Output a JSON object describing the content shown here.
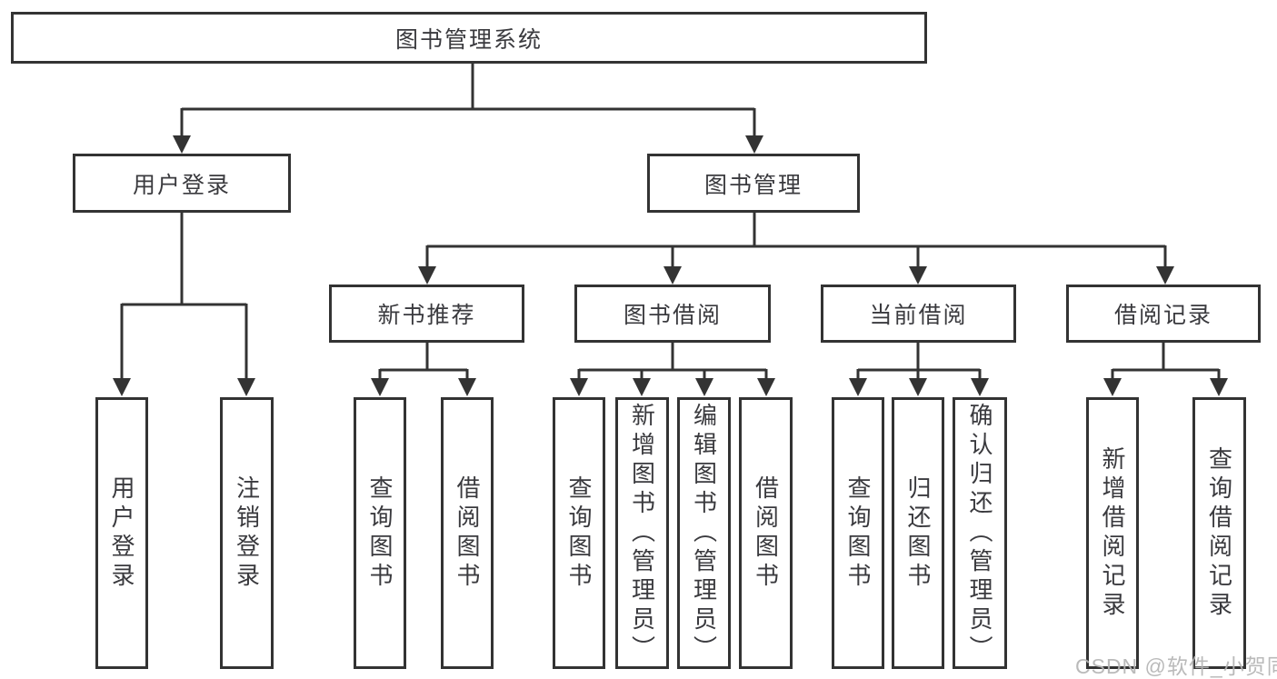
{
  "colors": {
    "line": "#333333",
    "node_border": "#333333",
    "node_text": "#3a3a3e",
    "background": "#ffffff",
    "watermark": "#b5b5b5"
  },
  "tree": {
    "label": "图书管理系统",
    "children": [
      {
        "label": "用户登录",
        "children": [
          {
            "label": "用户登录"
          },
          {
            "label": "注销登录"
          }
        ]
      },
      {
        "label": "图书管理",
        "children": [
          {
            "label": "新书推荐",
            "children": [
              {
                "label": "查询图书"
              },
              {
                "label": "借阅图书"
              }
            ]
          },
          {
            "label": "图书借阅",
            "children": [
              {
                "label": "查询图书"
              },
              {
                "label": "新增图书（管理员）"
              },
              {
                "label": "编辑图书（管理员）"
              },
              {
                "label": "借阅图书"
              }
            ]
          },
          {
            "label": "当前借阅",
            "children": [
              {
                "label": "查询图书"
              },
              {
                "label": "归还图书"
              },
              {
                "label": "确认归还（管理员）"
              }
            ]
          },
          {
            "label": "借阅记录",
            "children": [
              {
                "label": "新增借阅记录"
              },
              {
                "label": "查询借阅记录"
              }
            ]
          }
        ]
      }
    ]
  },
  "watermark": {
    "text": "CSDN @软件_小贺同学"
  }
}
